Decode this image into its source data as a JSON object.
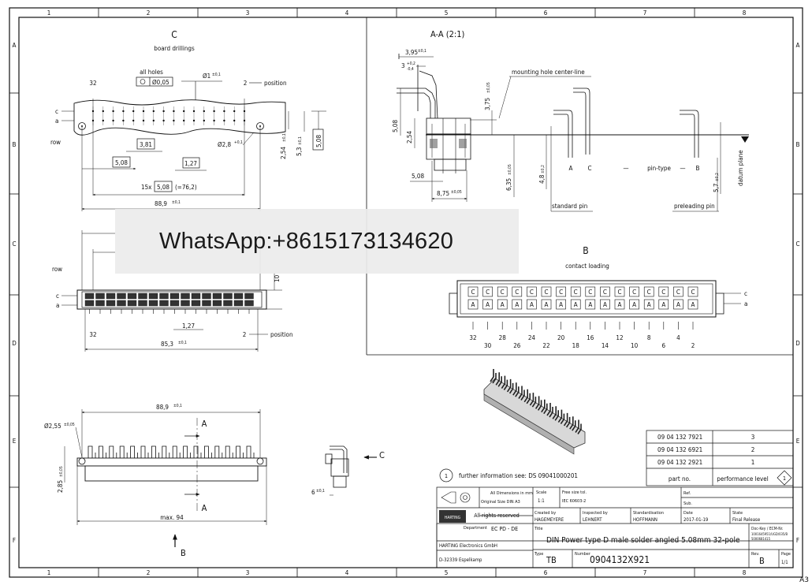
{
  "frame": {
    "columns": [
      "1",
      "2",
      "3",
      "4",
      "5",
      "6",
      "7",
      "8"
    ],
    "rows": [
      "A",
      "B",
      "C",
      "D",
      "E",
      "F"
    ],
    "sheet_size": "A3"
  },
  "view_c": {
    "title": "C",
    "subtitle": "board drillings",
    "all_holes": "all holes",
    "tolerance": "Ø0,05",
    "hole_dia": "Ø1",
    "hole_dia_tol": "±0,1",
    "pos32": "32",
    "pos2": "2",
    "position": "position",
    "row_c": "c",
    "row_a": "a",
    "row": "row",
    "d381": "3,81",
    "d508": "5,08",
    "d127": "1,27",
    "d28": "Ø2,8",
    "d28_tol": "+0,1",
    "d254": "2,54",
    "d254_tol": "±0,1",
    "d53": "5,3",
    "d53_tol": "±0,1",
    "d508v": "5,08",
    "d15x": "15x",
    "d508b": "5,08",
    "d762": "(=76,2)",
    "d889": "88,9",
    "d889_tol": "±0,1"
  },
  "view_front": {
    "row": "row",
    "row_c": "c",
    "row_a": "a",
    "d10": "10",
    "d127": "1,27",
    "pos32": "32",
    "pos2": "2",
    "position": "position",
    "d853": "85,3",
    "d853_tol": "±0,1"
  },
  "view_bottom": {
    "d889": "88,9",
    "d889_tol": "±0,1",
    "d255": "Ø2,55",
    "d255_tol": "±0,05",
    "d285": "2,85",
    "d285_tol": "±0,05",
    "sectionA_top": "A",
    "sectionA_bottom": "A",
    "max94": "max. 94",
    "arrowB": "B"
  },
  "view_side_small": {
    "arrowC": "C",
    "d6": "6",
    "d6_tol": "±0,1"
  },
  "section_aa": {
    "title": "A-A (2:1)",
    "d395": "3,95",
    "d395_tol": "±0,1",
    "d3": "3",
    "d3_tol_up": "+0,2",
    "d3_tol_dn": "-0,4",
    "mount": "mounting hole center-line",
    "d375": "3,75",
    "d375_tol": "±0,05",
    "d508": "5,08",
    "d254": "2,54",
    "d508b": "5,08",
    "d875": "8,75",
    "d875_tol": "±0,05",
    "d635": "6,35",
    "d635_tol": "±0,05",
    "d48": "4,8",
    "d48_tol": "±0,2",
    "label_a": "A",
    "label_c": "C",
    "dash": "—",
    "pin_type": "pin-type",
    "dash2": "—",
    "label_b": "B",
    "d57": "5,7",
    "d57_tol": "±0,2",
    "datum": "datum plane",
    "standard_pin": "standard pin",
    "preleading_pin": "preleading pin"
  },
  "view_b": {
    "title": "B",
    "subtitle": "contact loading",
    "row_c_label": "c",
    "row_a_label": "a",
    "cell_c": "C",
    "cell_a": "A",
    "upper_positions": [
      "32",
      "28",
      "24",
      "20",
      "16",
      "12",
      "8",
      "4"
    ],
    "lower_positions": [
      "30",
      "26",
      "22",
      "18",
      "14",
      "10",
      "6",
      "2"
    ]
  },
  "parts_table": {
    "rows": [
      {
        "part": "09 04 132 7921",
        "level": "3"
      },
      {
        "part": "09 04 132 6921",
        "level": "2"
      },
      {
        "part": "09 04 132 2921",
        "level": "1"
      }
    ],
    "part_header": "part no.",
    "level_header": "performance level",
    "level_note": "1"
  },
  "note": {
    "num": "1",
    "text": "further information see: DS 09041000201"
  },
  "title_block": {
    "all_dims": "All Dimensions in mm",
    "orig_size": "Original Size DIN A3",
    "scale_label": "Scale",
    "scale": "1:1",
    "free_tol_label": "Free size tol.",
    "free_tol": "IEC 60603-2",
    "ref": "Ref.",
    "sub": "Sub.",
    "rights": "All rights reserved",
    "created_label": "Created by",
    "created": "HAGEMEYERE",
    "inspected_label": "Inspected by",
    "inspected": "LEHNERT",
    "standard_label": "Standardisation",
    "standard": "HOFFMANN",
    "date_label": "Date",
    "date": "2017-01-19",
    "state_label": "State",
    "state": "Final Release",
    "dept_label": "Department",
    "dept": "EC PD - DE",
    "title_label": "Title",
    "title": "DIN Power type D male solder angled 5.08mm 32-pole",
    "doc_key_label": "Doc-Key / ECM-Nr.",
    "doc_key_1": "1001645951/UGD/035/B",
    "doc_key_2": "5000681415",
    "company": "HARTING Electronics GmbH",
    "address": "D-32339 Espelkamp",
    "type_label": "Type",
    "type": "TB",
    "number_label": "Number",
    "number": "0904132X921",
    "rev_label": "Rev.",
    "rev": "B",
    "page_label": "Page",
    "page": "1/1",
    "logo": "HARTING"
  },
  "overlay": {
    "text": "WhatsApp:+8615173134620"
  }
}
